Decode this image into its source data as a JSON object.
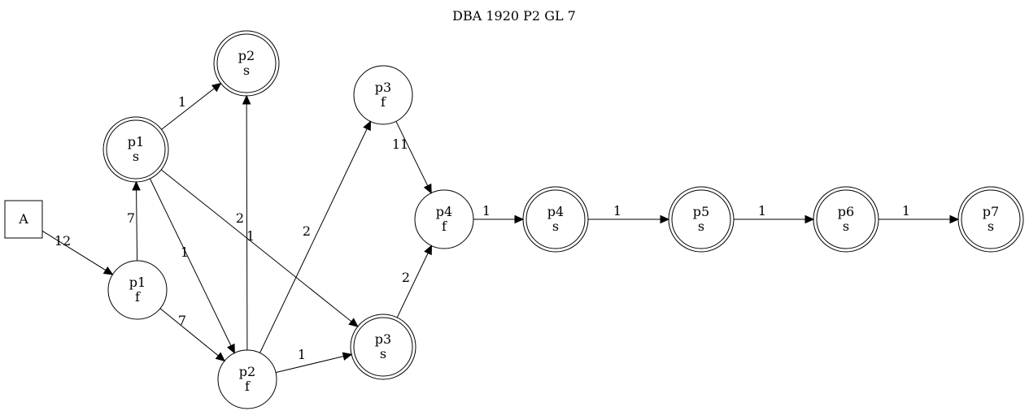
{
  "title": "DBA 1920 P2 GL 7",
  "nodes": [
    {
      "id": "A",
      "shape": "box",
      "lines": [
        "A"
      ]
    },
    {
      "id": "p1f",
      "shape": "circle",
      "lines": [
        "p1",
        "f"
      ]
    },
    {
      "id": "p1s",
      "shape": "doublecircle",
      "lines": [
        "p1",
        "s"
      ]
    },
    {
      "id": "p2s",
      "shape": "doublecircle",
      "lines": [
        "p2",
        "s"
      ]
    },
    {
      "id": "p2f",
      "shape": "circle",
      "lines": [
        "p2",
        "f"
      ]
    },
    {
      "id": "p3f",
      "shape": "circle",
      "lines": [
        "p3",
        "f"
      ]
    },
    {
      "id": "p3s",
      "shape": "doublecircle",
      "lines": [
        "p3",
        "s"
      ]
    },
    {
      "id": "p4f",
      "shape": "circle",
      "lines": [
        "p4",
        "f"
      ]
    },
    {
      "id": "p4s",
      "shape": "doublecircle",
      "lines": [
        "p4",
        "s"
      ]
    },
    {
      "id": "p5s",
      "shape": "doublecircle",
      "lines": [
        "p5",
        "s"
      ]
    },
    {
      "id": "p6s",
      "shape": "doublecircle",
      "lines": [
        "p6",
        "s"
      ]
    },
    {
      "id": "p7s",
      "shape": "doublecircle",
      "lines": [
        "p7",
        "s"
      ]
    }
  ],
  "edges": [
    {
      "from": "A",
      "to": "p1f",
      "label": "12"
    },
    {
      "from": "p1f",
      "to": "p1s",
      "label": "7"
    },
    {
      "from": "p1f",
      "to": "p2f",
      "label": "7"
    },
    {
      "from": "p1s",
      "to": "p2s",
      "label": "1"
    },
    {
      "from": "p1s",
      "to": "p2f",
      "label": "1"
    },
    {
      "from": "p1s",
      "to": "p3s",
      "label": "2"
    },
    {
      "from": "p2f",
      "to": "p2s",
      "label": "1"
    },
    {
      "from": "p2f",
      "to": "p3f",
      "label": "2"
    },
    {
      "from": "p2f",
      "to": "p3s",
      "label": "1"
    },
    {
      "from": "p3f",
      "to": "p4f",
      "label": "11"
    },
    {
      "from": "p3s",
      "to": "p4f",
      "label": "2"
    },
    {
      "from": "p4f",
      "to": "p4s",
      "label": "1"
    },
    {
      "from": "p4s",
      "to": "p5s",
      "label": "1"
    },
    {
      "from": "p5s",
      "to": "p6s",
      "label": "1"
    },
    {
      "from": "p6s",
      "to": "p7s",
      "label": "1"
    }
  ]
}
